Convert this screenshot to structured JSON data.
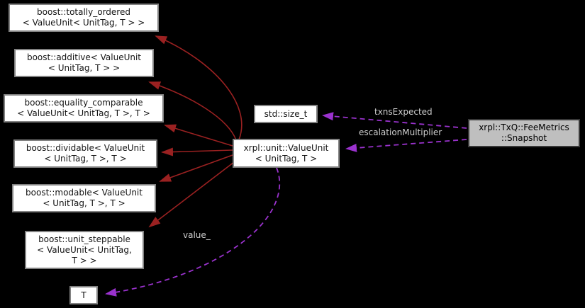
{
  "diagram": {
    "type": "doxygen-collaboration-graph",
    "background_color": "#000000",
    "colors": {
      "inheritance_edge": "#9a2121",
      "member_edge": "#9a32cd",
      "edge_label_text": "#cfcfcf",
      "node_fill": "#ffffff",
      "node_border": "#828282",
      "focus_node_fill": "#bfbfbf",
      "focus_node_border": "#383838"
    },
    "nodes": [
      {
        "id": "boost-totally-ordered",
        "lines": [
          "boost::totally_ordered",
          "< ValueUnit< UnitTag, T > >"
        ]
      },
      {
        "id": "boost-additive",
        "lines": [
          "boost::additive< ValueUnit",
          "< UnitTag, T > >"
        ]
      },
      {
        "id": "boost-equality-comparable",
        "lines": [
          "boost::equality_comparable",
          "< ValueUnit< UnitTag, T >, T >"
        ]
      },
      {
        "id": "boost-dividable",
        "lines": [
          "boost::dividable< ValueUnit",
          "< UnitTag, T >, T >"
        ]
      },
      {
        "id": "boost-modable",
        "lines": [
          "boost::modable< ValueUnit",
          "< UnitTag, T >, T >"
        ]
      },
      {
        "id": "boost-unit-steppable",
        "lines": [
          "boost::unit_steppable",
          "< ValueUnit< UnitTag,",
          "T > >"
        ]
      },
      {
        "id": "t-param",
        "lines": [
          "T"
        ]
      },
      {
        "id": "std-size-t",
        "lines": [
          "std::size_t"
        ]
      },
      {
        "id": "value-unit",
        "lines": [
          "xrpl::unit::ValueUnit",
          "< UnitTag, T >"
        ]
      },
      {
        "id": "feemetrics-snapshot",
        "lines": [
          "xrpl::TxQ::FeeMetrics",
          "::Snapshot"
        ]
      }
    ],
    "edge_labels": [
      {
        "id": "txns-expected",
        "text": "txnsExpected"
      },
      {
        "id": "escalation-multiplier",
        "text": "escalationMultiplier"
      },
      {
        "id": "value-member",
        "text": "value_"
      }
    ]
  }
}
